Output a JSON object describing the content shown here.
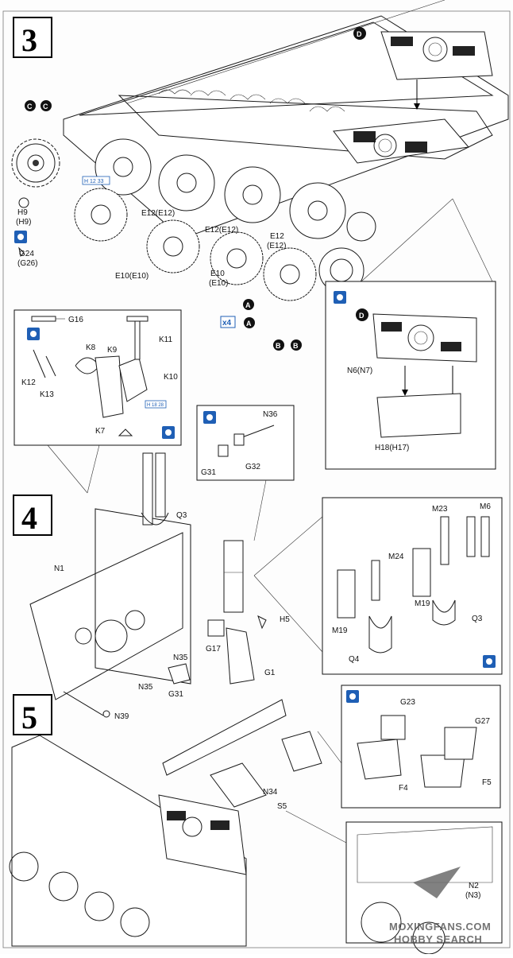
{
  "steps": [
    {
      "number": "3"
    },
    {
      "number": "4"
    },
    {
      "number": "5"
    }
  ],
  "bubbles": {
    "C": "C",
    "D": "D",
    "A": "A",
    "B": "B"
  },
  "multiplier": "x4",
  "blue_badge": {
    "h12_33": "H 12 33",
    "h18_28": "H 18 28"
  },
  "step3": {
    "labels": {
      "h9": "H9",
      "h9_alt": "(H9)",
      "g24": "G24",
      "g26": "(G26)",
      "e12_a": "E12(E12)",
      "e12_b": "E12(E12)",
      "e12_c": "E12",
      "e12_c2": "(E12)",
      "e10_a": "E10(E10)",
      "e10_b": "E10",
      "e10_b2": "(E10)",
      "n6": "N6(N7)",
      "h18": "H18(H17)",
      "g16": "G16",
      "k8": "K8",
      "k9": "K9",
      "k11": "K11",
      "k10": "K10",
      "k12": "K12",
      "k13": "K13",
      "k7": "K7"
    }
  },
  "step4": {
    "labels": {
      "n36": "N36",
      "g31_top": "G31",
      "g32": "G32",
      "q3": "Q3",
      "n1": "N1",
      "h5": "H5",
      "g17": "G17",
      "g1": "G1",
      "n35_a": "N35",
      "n35_b": "N35",
      "g31": "G31",
      "n39": "N39",
      "m23": "M23",
      "m6": "M6",
      "m24": "M24",
      "m19_a": "M19",
      "m19_b": "M19",
      "q3_b": "Q3",
      "q4": "Q4"
    }
  },
  "step5": {
    "labels": {
      "g23": "G23",
      "g27": "G27",
      "f4": "F4",
      "f5": "F5",
      "n34": "N34",
      "s5": "S5",
      "n2": "N2",
      "n3": "(N3)"
    }
  },
  "watermark": {
    "line1": "MOXINGFANS.COM",
    "line2": "HOBBY SEARCH"
  }
}
